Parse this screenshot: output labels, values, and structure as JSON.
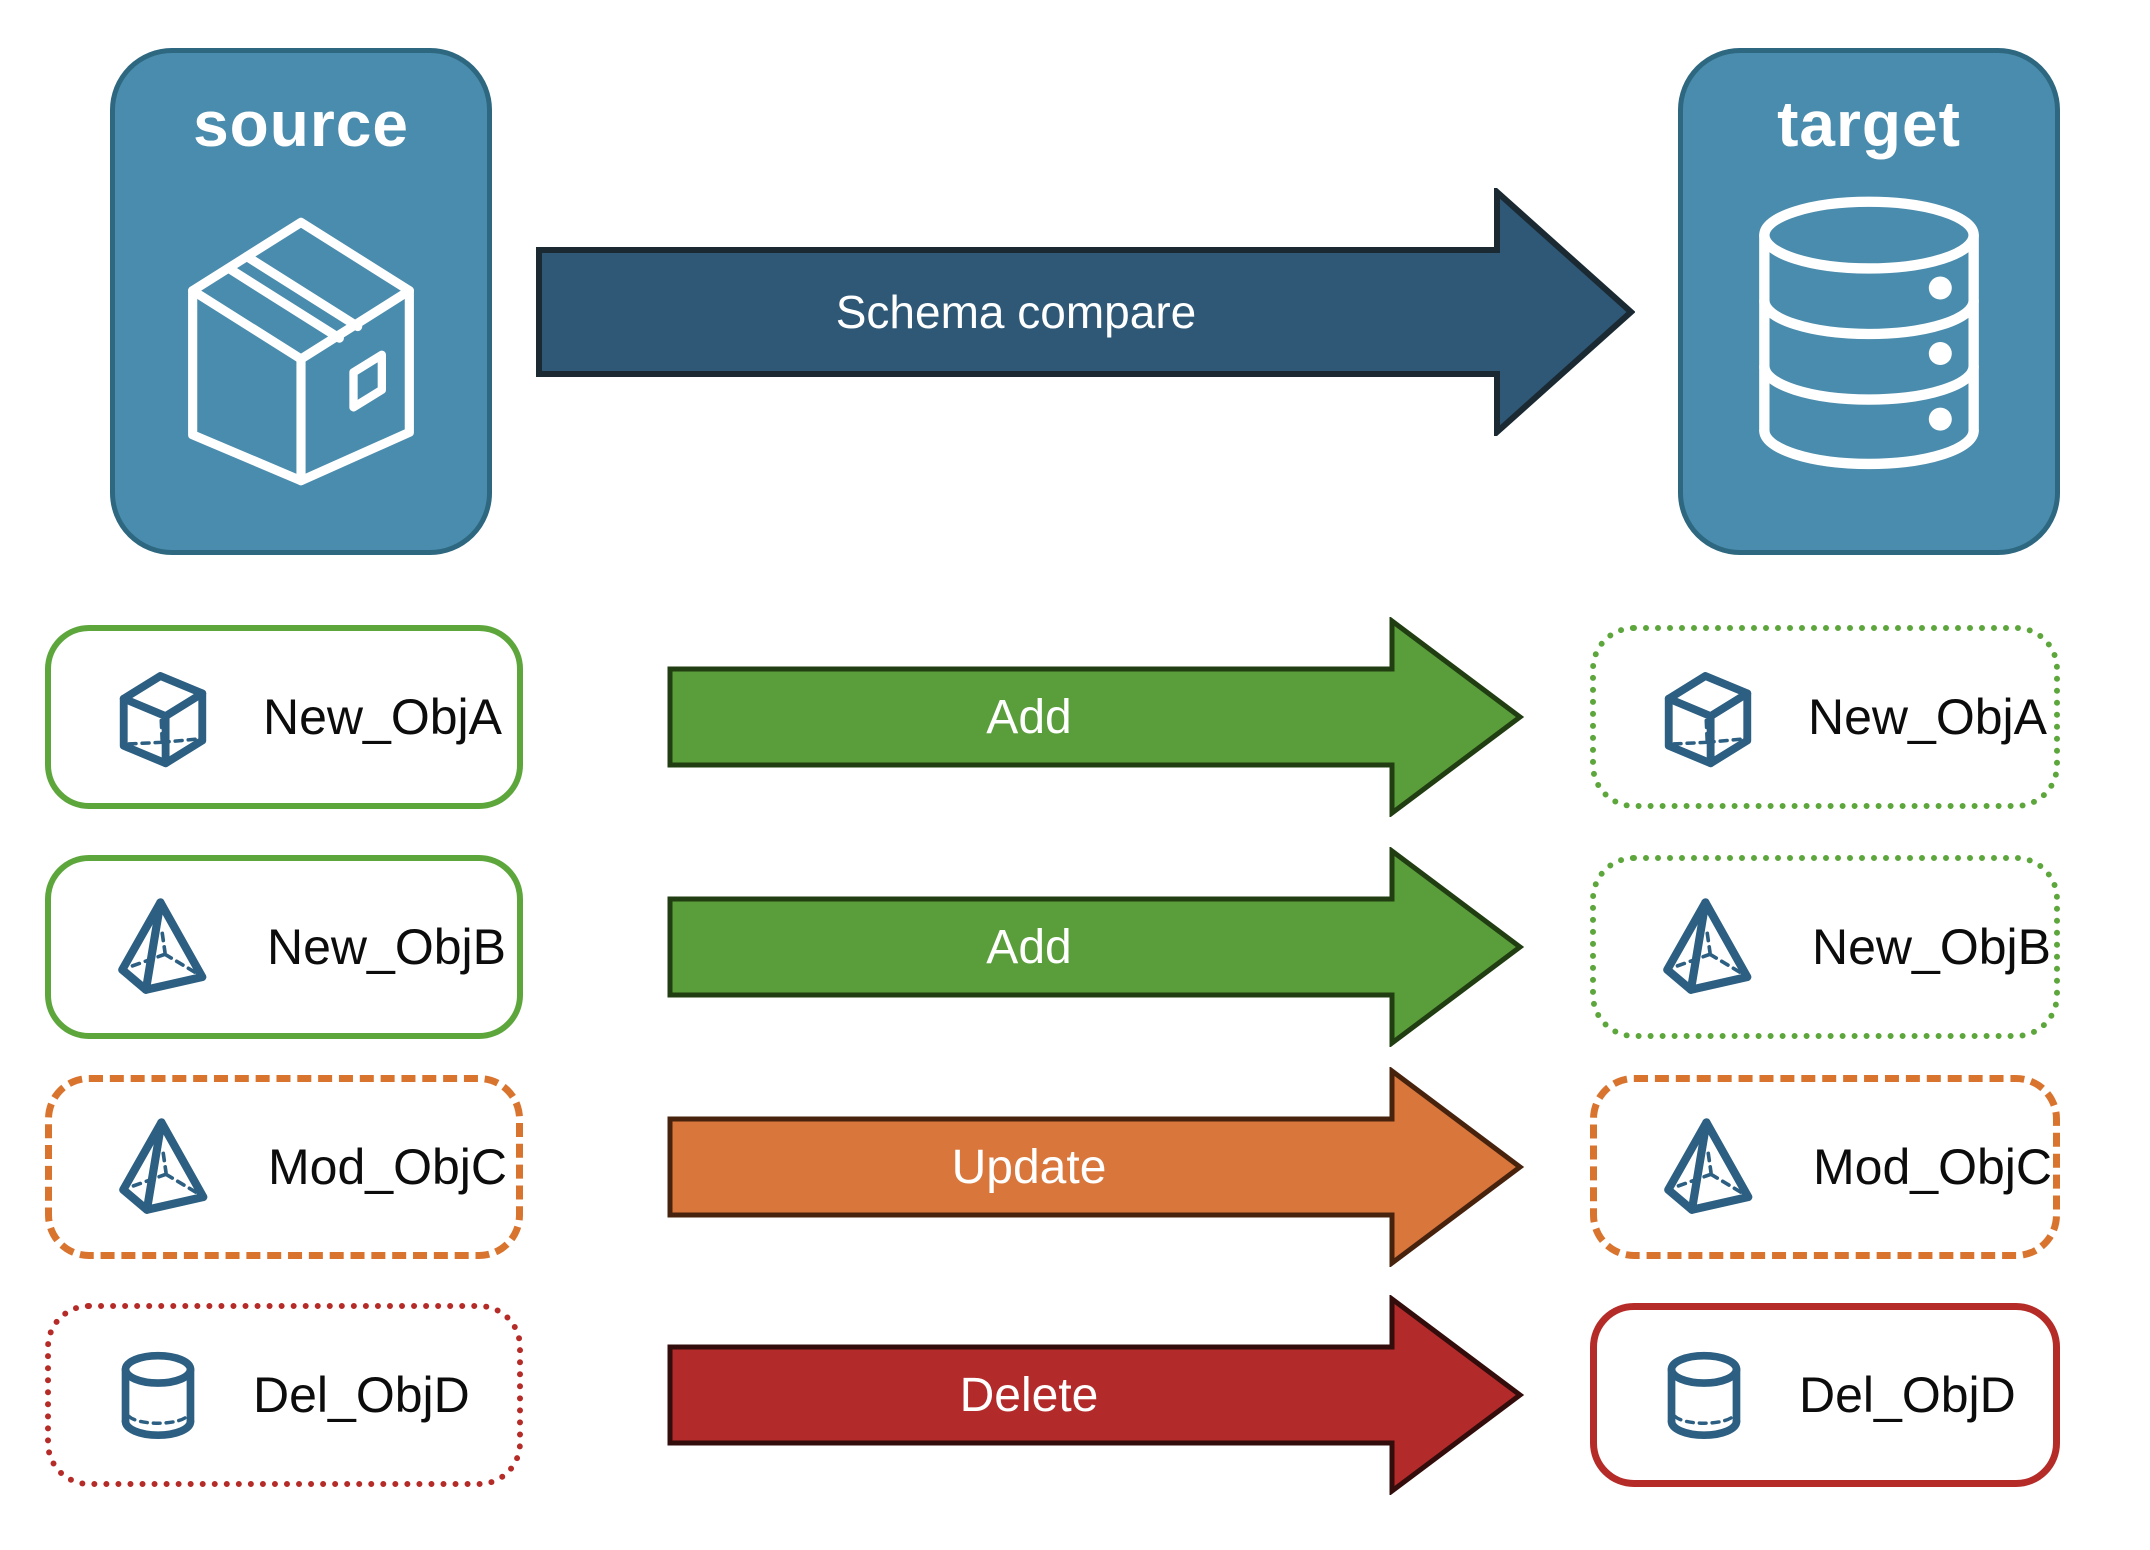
{
  "nodes": {
    "source": {
      "label": "source",
      "icon": "package-icon",
      "fill": "#4A8CAD",
      "border": "#2D6880"
    },
    "target": {
      "label": "target",
      "icon": "database-icon",
      "fill": "#4A8CAD",
      "border": "#2D6880"
    }
  },
  "main_arrow": {
    "label": "Schema compare",
    "fill": "#2E5876"
  },
  "rows": [
    {
      "name": "New_ObjA",
      "icon": "cube-icon",
      "action": "Add",
      "arrow_color": "#5A9E3B",
      "source_border": "solid green #5CA63C",
      "target_border": "dotted green #5CA63C"
    },
    {
      "name": "New_ObjB",
      "icon": "pyramid-icon",
      "action": "Add",
      "arrow_color": "#5A9E3B",
      "source_border": "solid green #5CA63C",
      "target_border": "dotted green #5CA63C"
    },
    {
      "name": "Mod_ObjC",
      "icon": "pyramid-icon",
      "action": "Update",
      "arrow_color": "#D8763C",
      "source_border": "dashed orange #D9742E",
      "target_border": "dashed orange #D9742E"
    },
    {
      "name": "Del_ObjD",
      "icon": "cylinder-icon",
      "action": "Delete",
      "arrow_color": "#B22A2A",
      "source_border": "dotted red #B52B27",
      "target_border": "solid red #B52B27"
    }
  ],
  "colors": {
    "object_icon_blue": "#2C5F82",
    "node_fill": "#4A8CAD"
  }
}
